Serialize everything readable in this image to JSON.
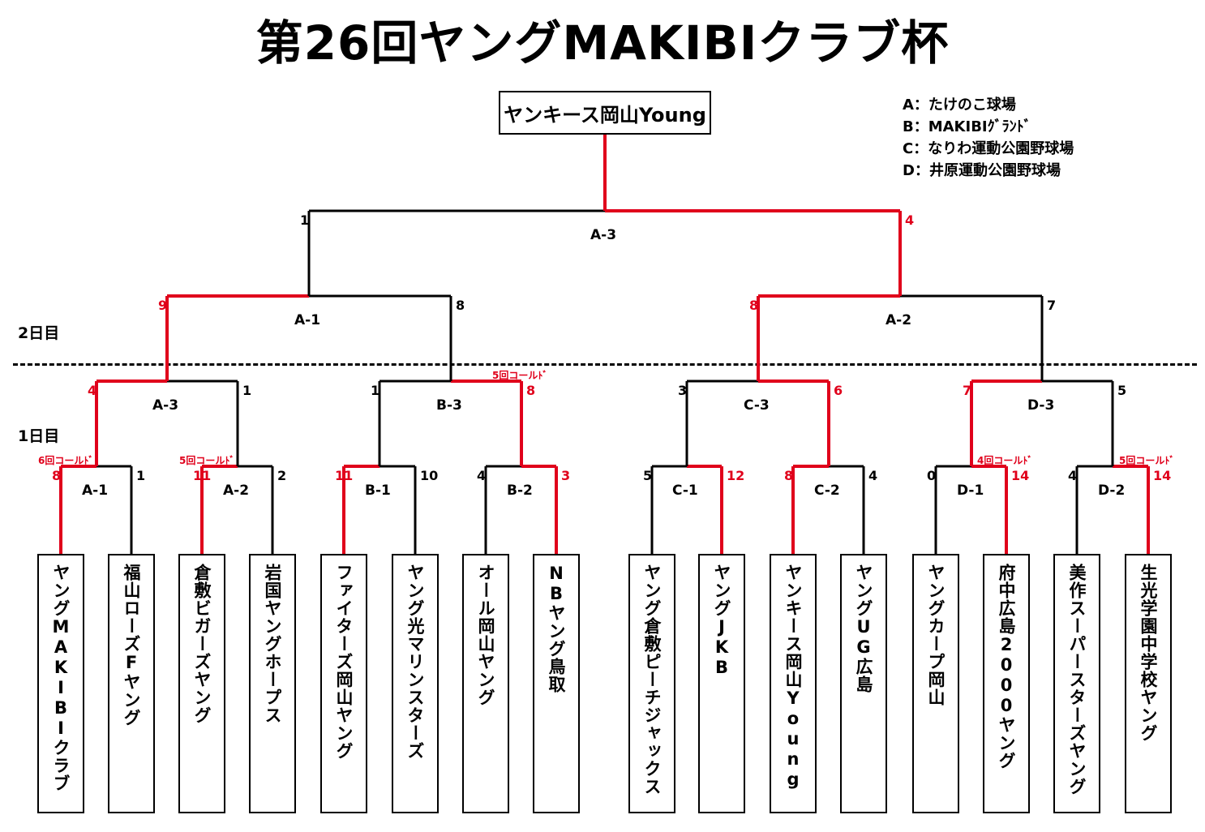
{
  "title": "第26回ヤングMAKIBIクラブ杯",
  "champion": "ヤンキース岡山Young",
  "legend": [
    "A：たけのこ球場",
    "B：MAKIBIｸﾞﾗﾝﾄﾞ",
    "C：なりわ運動公園野球場",
    "D：井原運動公園野球場"
  ],
  "day2": "2日目",
  "day1": "1日目",
  "teams": [
    "ヤングMAKIBIクラブ",
    "福山ローズFヤング",
    "倉敷ビガーズヤング",
    "岩国ヤングホープス",
    "ファイターズ岡山ヤング",
    "ヤング光マリンスターズ",
    "オール岡山ヤング",
    "NBヤング鳥取",
    "ヤング倉敷ピーチジャックス",
    "ヤングJKB",
    "ヤンキース岡山Young",
    "ヤングUG広島",
    "ヤングカープ岡山",
    "府中広島2000ヤング",
    "美作スーパースターズヤング",
    "生光学園中学校ヤング"
  ],
  "r1": [
    {
      "label": "A-1",
      "left": "8",
      "right": "1",
      "winner": "left",
      "note": "6回コールﾄﾞ"
    },
    {
      "label": "A-2",
      "left": "11",
      "right": "2",
      "winner": "left",
      "note": "5回コールﾄﾞ"
    },
    {
      "label": "B-1",
      "left": "11",
      "right": "10",
      "winner": "left",
      "note": ""
    },
    {
      "label": "B-2",
      "left": "4",
      "right": "3",
      "winner": "right",
      "note": ""
    },
    {
      "label": "C-1",
      "left": "5",
      "right": "12",
      "winner": "right",
      "note": ""
    },
    {
      "label": "C-2",
      "left": "8",
      "right": "4",
      "winner": "left",
      "note": ""
    },
    {
      "label": "D-1",
      "left": "0",
      "right": "14",
      "winner": "right",
      "note": "4回コールﾄﾞ"
    },
    {
      "label": "D-2",
      "left": "4",
      "right": "14",
      "winner": "right",
      "note": "5回コールﾄﾞ"
    }
  ],
  "r2": [
    {
      "label": "A-3",
      "left": "4",
      "right": "1",
      "winner": "left",
      "note": ""
    },
    {
      "label": "B-3",
      "left": "1",
      "right": "8",
      "winner": "right",
      "note": "5回コールﾄﾞ"
    },
    {
      "label": "C-3",
      "left": "3",
      "right": "6",
      "winner": "right",
      "note": ""
    },
    {
      "label": "D-3",
      "left": "7",
      "right": "5",
      "winner": "left",
      "note": ""
    }
  ],
  "r3": [
    {
      "label": "A-1",
      "left": "9",
      "right": "8",
      "winner": "left",
      "note": ""
    },
    {
      "label": "A-2",
      "left": "8",
      "right": "7",
      "winner": "left",
      "note": ""
    }
  ],
  "final": {
    "label": "A-3",
    "left": "1",
    "right": "4",
    "winner": "right",
    "note": ""
  },
  "colors": {
    "win": "#e0001b",
    "lose": "#000000"
  }
}
